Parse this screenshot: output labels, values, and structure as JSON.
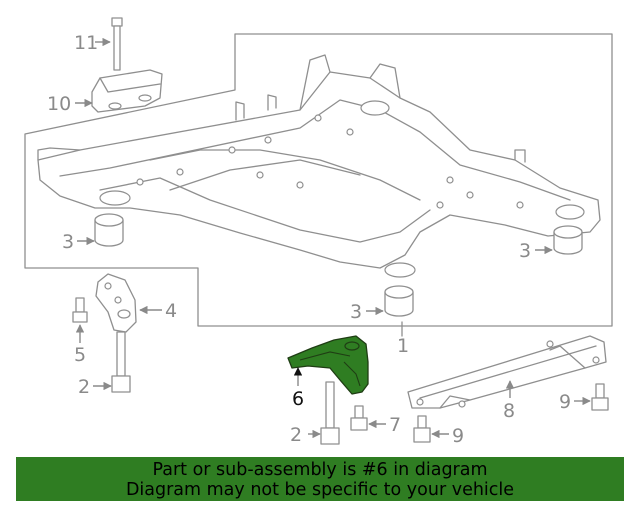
{
  "callouts": {
    "c1": "1",
    "c2a": "2",
    "c2b": "2",
    "c3a": "3",
    "c3b": "3",
    "c3c": "3",
    "c4": "4",
    "c5": "5",
    "c6": "6",
    "c7": "7",
    "c8": "8",
    "c9a": "9",
    "c9b": "9",
    "c10": "10",
    "c11": "11"
  },
  "highlight_color": "#2f7d22",
  "banner": {
    "line1": "Part or sub-assembly is #6 in diagram",
    "line2": "Diagram may not be specific to your vehicle",
    "color": "#2f7d22"
  }
}
